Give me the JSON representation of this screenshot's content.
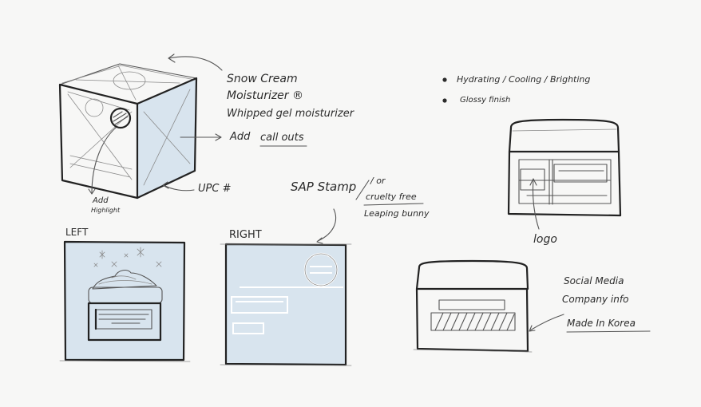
{
  "notes": {
    "product_line_1": "Snow Cream",
    "product_line_2": "Moisturizer ®",
    "product_line_3": "Whipped gel moisturizer",
    "add_callouts_prefix": "Add",
    "add_callouts_word": "call outs",
    "add_highlight_line1": "Add",
    "add_highlight_line2": "Highlight",
    "upc": "UPC #",
    "stamp_line1": "SAP Stamp",
    "stamp_or": "/ or",
    "stamp_line2": "cruelty free",
    "stamp_line3": "Leaping bunny",
    "left_label": "LEFT",
    "right_label": "RIGHT",
    "bullet_1": "Hydrating / Cooling / Brighting",
    "bullet_2": "Glossy finish",
    "logo_label": "logo",
    "social_line1": "Social Media",
    "social_line2": "Company info",
    "made_in": "Made In Korea"
  },
  "colors": {
    "paper": "#f7f7f6",
    "box_blue": "#d8e4ee",
    "ink": "#2e2e2e"
  }
}
